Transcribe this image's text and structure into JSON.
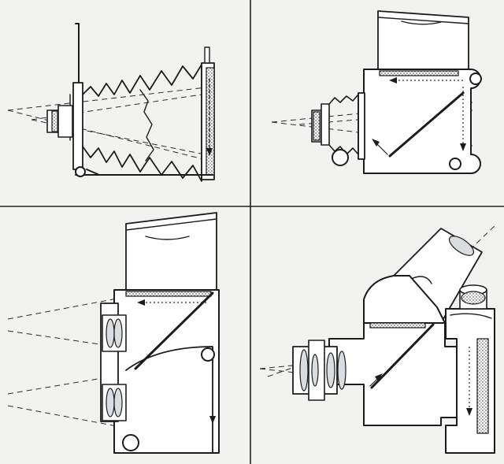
{
  "figure": {
    "panels": [
      {
        "id": "view-camera",
        "label": ""
      },
      {
        "id": "single-lens-reflex",
        "label": ""
      },
      {
        "id": "twin-lens-reflex",
        "label": ""
      },
      {
        "id": "reflex-housing-attachment",
        "label": ""
      }
    ],
    "colors": {
      "ink": "#1c1c1c",
      "paper": "#f2f2f0"
    }
  }
}
